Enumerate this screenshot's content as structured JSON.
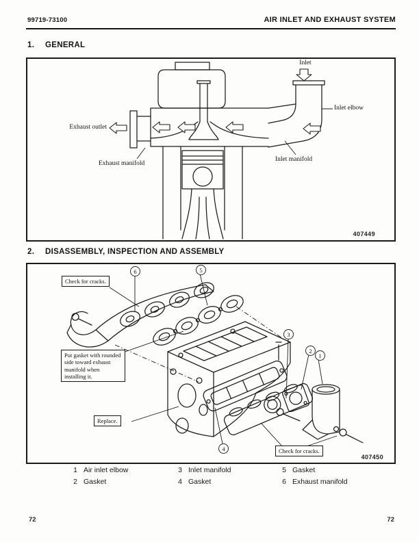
{
  "header": {
    "doc_number": "99719-73100",
    "title": "AIR INLET AND EXHAUST SYSTEM"
  },
  "sections": [
    {
      "number": "1.",
      "title": "GENERAL"
    },
    {
      "number": "2.",
      "title": "DISASSEMBLY, INSPECTION AND ASSEMBLY"
    }
  ],
  "figure1": {
    "labels": {
      "inlet": "Inlet",
      "inlet_elbow": "Inlet elbow",
      "exhaust_outlet": "Exhaust outlet",
      "exhaust_manifold": "Exhaust manifold",
      "inlet_manifold": "Inlet manifold"
    },
    "figure_number": "407449"
  },
  "figure2": {
    "callouts": {
      "check_cracks_top": "Check for cracks.",
      "gasket_note": "Put gasket with rounded side toward exhaust manifold when installing it.",
      "replace": "Replace.",
      "check_cracks_bottom": "Check for cracks."
    },
    "part_numbers": [
      "1",
      "2",
      "3",
      "4",
      "5",
      "6"
    ],
    "figure_number": "407450"
  },
  "legend": {
    "items": [
      {
        "num": "1",
        "label": "Air inlet elbow"
      },
      {
        "num": "2",
        "label": "Gasket"
      },
      {
        "num": "3",
        "label": "Inlet manifold"
      },
      {
        "num": "4",
        "label": "Gasket"
      },
      {
        "num": "5",
        "label": "Gasket"
      },
      {
        "num": "6",
        "label": "Exhaust manifold"
      }
    ]
  },
  "footer": {
    "page_left": "72",
    "page_right": "72"
  }
}
